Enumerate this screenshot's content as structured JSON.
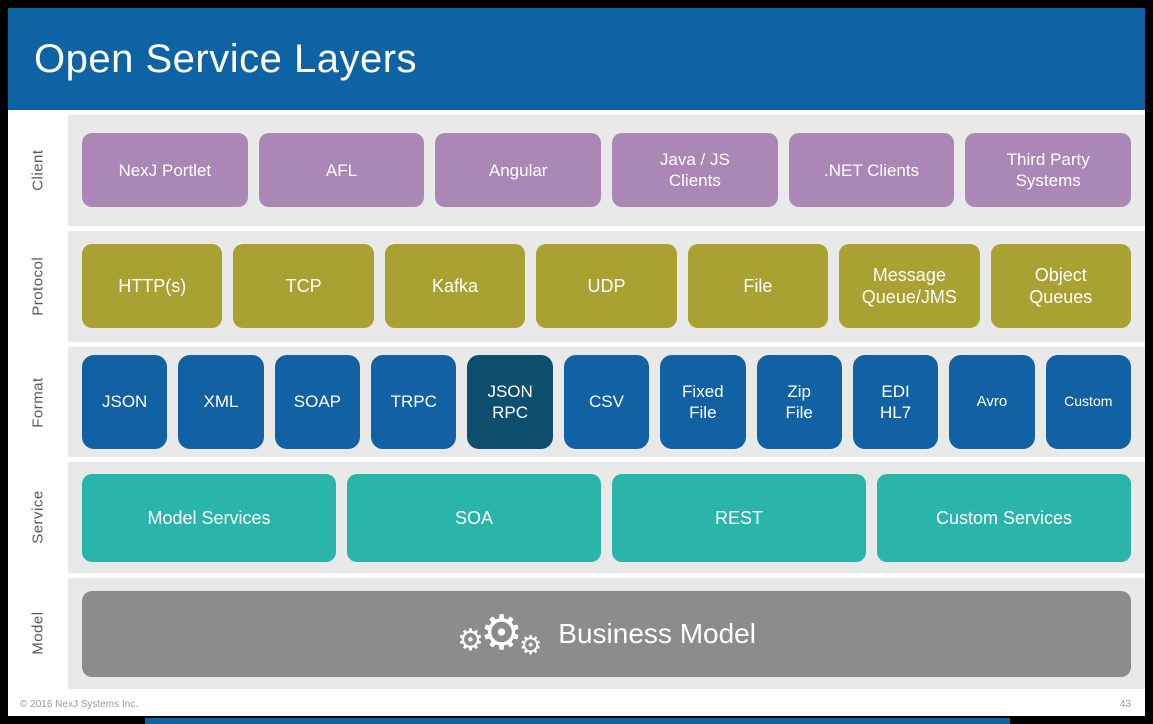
{
  "title": "Open Service Layers",
  "footer": {
    "copyright": "© 2016 NexJ Systems Inc.",
    "page_number": "43"
  },
  "colors": {
    "header_blue": "#0e63a4",
    "client_purple": "#ab87b7",
    "protocol_olive": "#a9a233",
    "format_blue": "#1161a4",
    "format_dark_blue": "#0e4e6e",
    "service_teal": "#2ab5ab",
    "model_gray": "#8c8c8c",
    "band_gray": "#e9e9e9"
  },
  "layers": [
    {
      "label": "Client",
      "box_color": "#ab87b7",
      "items": [
        {
          "label": "NexJ Portlet"
        },
        {
          "label": "AFL"
        },
        {
          "label": "Angular"
        },
        {
          "label": "Java / JS\nClients"
        },
        {
          "label": ".NET Clients"
        },
        {
          "label": "Third Party\nSystems"
        }
      ]
    },
    {
      "label": "Protocol",
      "box_color": "#a9a233",
      "items": [
        {
          "label": "HTTP(s)"
        },
        {
          "label": "TCP"
        },
        {
          "label": "Kafka"
        },
        {
          "label": "UDP"
        },
        {
          "label": "File"
        },
        {
          "label": "Message\nQueue/JMS"
        },
        {
          "label": "Object\nQueues"
        }
      ]
    },
    {
      "label": "Format",
      "box_color": "#1161a4",
      "items": [
        {
          "label": "JSON"
        },
        {
          "label": "XML"
        },
        {
          "label": "SOAP"
        },
        {
          "label": "TRPC"
        },
        {
          "label": "JSON\nRPC",
          "color": "#0e4e6e"
        },
        {
          "label": "CSV"
        },
        {
          "label": "Fixed\nFile"
        },
        {
          "label": "Zip\nFile"
        },
        {
          "label": "EDI\nHL7"
        },
        {
          "label": "Avro",
          "size": "15px"
        },
        {
          "label": "Custom",
          "size": "14px"
        }
      ]
    },
    {
      "label": "Service",
      "box_color": "#2ab5ab",
      "items": [
        {
          "label": "Model Services"
        },
        {
          "label": "SOA"
        },
        {
          "label": "REST"
        },
        {
          "label": "Custom Services"
        }
      ]
    },
    {
      "label": "Model",
      "box_color": "#8c8c8c",
      "items": [
        {
          "label": "Business Model",
          "icon": "gears"
        }
      ]
    }
  ]
}
